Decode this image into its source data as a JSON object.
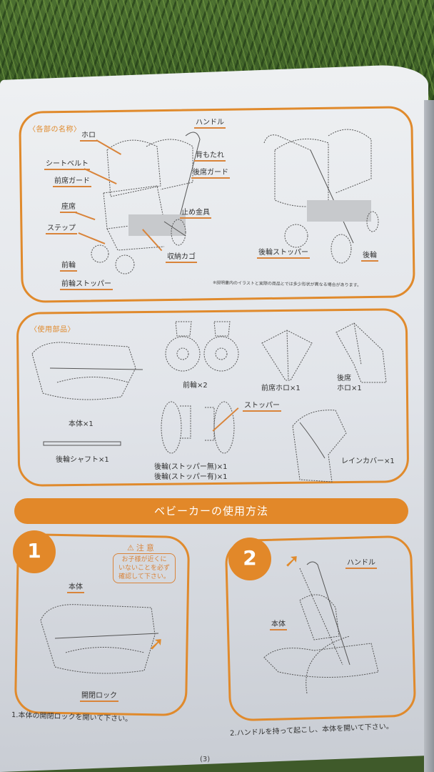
{
  "colors": {
    "accent": "#e28829",
    "panel_border": "#e08a2c",
    "page": "#e6e8ec",
    "text": "#333333"
  },
  "parts_names": {
    "section_label": "〈各部の名称〉",
    "labels": {
      "hood": "ホロ",
      "handle": "ハンドル",
      "seatbelt": "シートベルト",
      "backrest": "背もたれ",
      "front_guard": "前席ガード",
      "rear_guard": "後席ガード",
      "seat": "座席",
      "stopper_bracket": "止め金具",
      "step": "ステップ",
      "basket": "収納カゴ",
      "front_wheel": "前輪",
      "front_wheel_stopper": "前輪ストッパー",
      "rear_wheel_stopper": "後輪ストッパー",
      "rear_wheel": "後輪"
    },
    "note": "※説明書内のイラストと実際の商品とでは多少形状が異なる場合があります。"
  },
  "included_parts": {
    "section_label": "〈使用部品〉",
    "items": {
      "body": "本体×1",
      "rear_axle": "後輪シャフト×1",
      "front_wheels": "前輪×2",
      "front_hood": "前席ホロ×1",
      "rear_hood_line1": "後席",
      "rear_hood_line2": "ホロ×1",
      "stopper": "ストッパー",
      "rear_wheel_no_stopper": "後輪(ストッパー無)×1",
      "rear_wheel_with_stopper": "後輪(ストッパー有)×1",
      "rain_cover": "レインカバー×1"
    }
  },
  "usage": {
    "banner_title": "ベビーカーの使用方法",
    "steps": [
      {
        "number": "1",
        "caution_title": "⚠注意",
        "caution_lines": [
          "お子様が近くに",
          "いないことを必ず",
          "確認して下さい。"
        ],
        "labels": {
          "body": "本体",
          "lock": "開閉ロック"
        },
        "caption": "1.本体の開閉ロックを開いて下さい。"
      },
      {
        "number": "2",
        "labels": {
          "handle": "ハンドル",
          "body": "本体"
        },
        "caption": "2.ハンドルを持って起こし、本体を開いて下さい。"
      }
    ]
  },
  "page_number": "(3)"
}
